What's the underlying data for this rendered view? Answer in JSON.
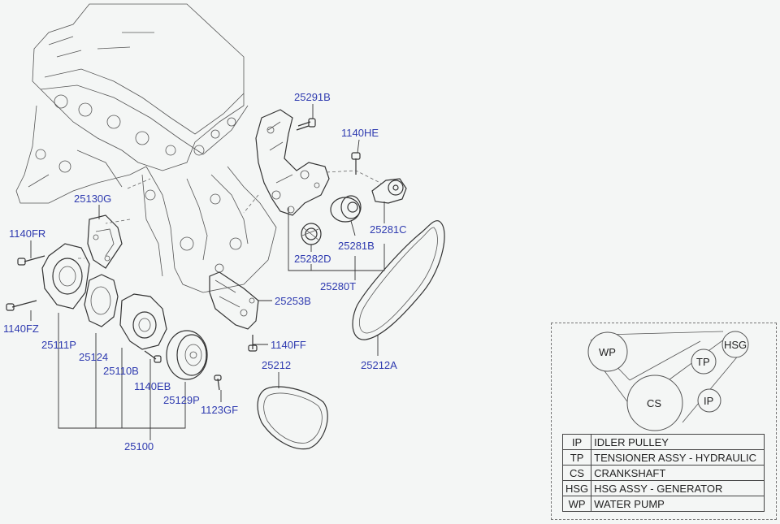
{
  "part_labels": {
    "l25291B": "25291B",
    "l1140HE": "1140HE",
    "l25130G": "25130G",
    "l1140FR": "1140FR",
    "l25281C": "25281C",
    "l25281B": "25281B",
    "l25282D": "25282D",
    "l25280T": "25280T",
    "l25253B": "25253B",
    "l1140FZ": "1140FZ",
    "l25111P": "25111P",
    "l25124": "25124",
    "l25110B": "25110B",
    "l1140FF": "1140FF",
    "l25212": "25212",
    "l25212A": "25212A",
    "l1140EB": "1140EB",
    "l25129P": "25129P",
    "l1123GF": "1123GF",
    "l25100": "25100"
  },
  "belt_layout": {
    "pulleys": {
      "wp": "WP",
      "tp": "TP",
      "hsg": "HSG",
      "cs": "CS",
      "ip": "IP"
    }
  },
  "legend": [
    {
      "code": "IP",
      "desc": "IDLER PULLEY"
    },
    {
      "code": "TP",
      "desc": "TENSIONER ASSY - HYDRAULIC"
    },
    {
      "code": "CS",
      "desc": "CRANKSHAFT"
    },
    {
      "code": "HSG",
      "desc": "HSG ASSY - GENERATOR"
    },
    {
      "code": "WP",
      "desc": "WATER PUMP"
    }
  ]
}
